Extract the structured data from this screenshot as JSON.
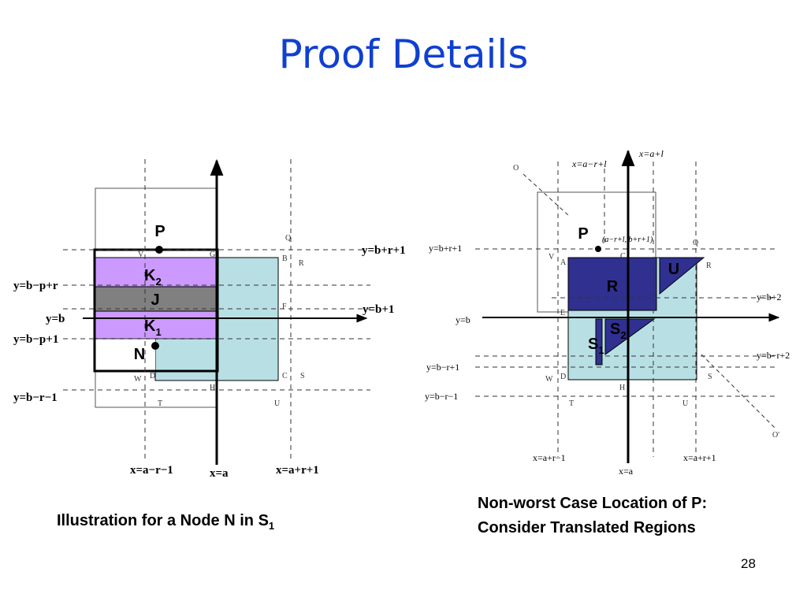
{
  "slide": {
    "title": "Proof Details",
    "page_number": "28",
    "colors": {
      "title": "#1040d0",
      "lavender": "#cc99ff",
      "gray": "#808080",
      "light_cyan": "#b8e0e4",
      "dark_blue": "#303090"
    }
  },
  "left_diagram": {
    "caption": "Illustration for a Node N in S",
    "caption_subscript": "1",
    "point_labels": {
      "p": "P",
      "n": "N"
    },
    "band_labels": {
      "k2": "K",
      "k2_sub": "2",
      "j": "J",
      "k1": "K",
      "k1_sub": "1"
    },
    "corner_letters": {
      "v": "V",
      "g": "G",
      "q": "Q",
      "b": "B",
      "r": "R",
      "f": "F",
      "w": "W",
      "d": "D",
      "c": "C",
      "s": "S",
      "h": "H",
      "t": "T",
      "u": "U"
    },
    "line_labels": {
      "y_b_r_1": "y=b+r+1",
      "y_b_p_r": "y=b−p+r",
      "y_b_1": "y=b+1",
      "y_b": "y=b",
      "y_b_p_1": "y=b−p+1",
      "y_b_r_m1": "y=b−r−1",
      "x_a_r_m1": "x=a−r−1",
      "x_a": "x=a",
      "x_a_r_1": "x=a+r+1"
    }
  },
  "right_diagram": {
    "caption_line1": "Non-worst Case Location of P:",
    "caption_line2": "Consider Translated Regions",
    "point_label": "P",
    "region_labels": {
      "r": "R",
      "u": "U",
      "s2": "S",
      "s2_sub": "2",
      "s1": "S",
      "s1_sub": "1"
    },
    "corner_letters": {
      "o": "O",
      "o_prime": "O'",
      "v": "V",
      "a": "A",
      "c": "C",
      "q": "Q",
      "r": "R",
      "e": "E",
      "w": "W",
      "d": "D",
      "s": "S",
      "h": "H",
      "t": "T",
      "u": "U"
    },
    "point_coord": "(a−r+l, b+r+1)",
    "line_labels": {
      "x_a_l": "x=a+l",
      "x_a_r_l": "x=a−r+l",
      "y_b_r_1": "y=b+r+1",
      "y_b_2": "y=b+2",
      "y_b": "y=b",
      "y_b_r_p1": "y=b−r+1",
      "y_b_r_2": "y=b−r+2",
      "y_b_r_m1": "y=b−r−1",
      "x_a_r_m1": "x=a+r−1",
      "x_a_r_1": "x=a+r+1",
      "x_a": "x=a"
    }
  }
}
